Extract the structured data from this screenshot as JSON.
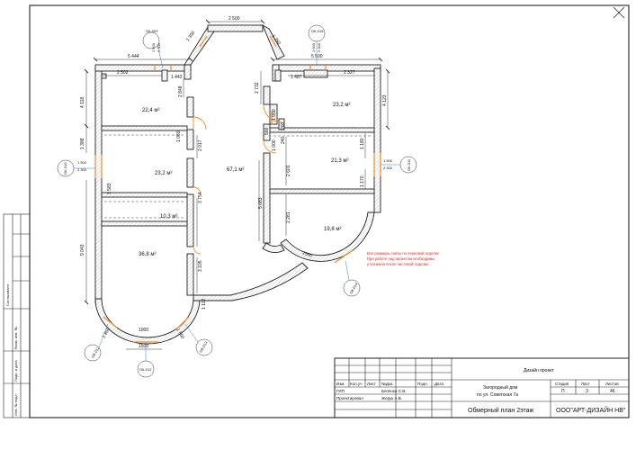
{
  "rooms": {
    "r1": "22,4 м²",
    "r2": "23,2 м²",
    "r3": "10,3 м²",
    "r4": "36,8 м²",
    "hall": "67,1 м²",
    "r5": "23,2 м²",
    "r6": "21,3 м²",
    "r7": "19,8 м²"
  },
  "dims": {
    "top_2500": "2 500",
    "top_1350_l": "1 350",
    "top_1350_r": "1 350",
    "left_5444": "5 444",
    "right_5500": "5 500",
    "l_2502": "2 502",
    "l_1442": "1 442",
    "r_2327": "2 327",
    "r_1487": "1 487",
    "l_4118": "4 118",
    "r_4123": "4 123",
    "l_2848": "2 848",
    "r_2732": "2 732",
    "l_1388": "1 388",
    "l_9043": "9 043",
    "l_1583": "1 583",
    "c_1060": "1 060",
    "c_2017": "2 017",
    "c_3754": "3 754",
    "c_3105": "3 105",
    "c_1112": "1 112",
    "r_1000a": "1 000",
    "r_1000b": "1 000",
    "r_500": "500",
    "r_200": "200",
    "r_240": "240",
    "r_2601": "2 601",
    "r_5083": "5 083",
    "r_2281": "2 281",
    "r_1180": "1 180",
    "r_1170": "1 170",
    "r_2500d": "2500",
    "bot_1500": "1500",
    "bot_1000": "1000",
    "bot_1850a": "1 850",
    "bot_1850b": "1 850"
  },
  "windows": {
    "ok009": "ОК-009",
    "ok009_w": "1 500",
    "ok009_h": "2 300",
    "ok010": "ОК-010",
    "ok010_w": "1 500",
    "ok010_h": "2 300",
    "ok011": "ОК-011",
    "ok011_w": "1 500",
    "ok011_h": "2 300",
    "ok015": "ОК-015",
    "ok015_w": "1 500",
    "ok015_h": "2 300",
    "ok011b": "ОК-011",
    "ok012": "ОК-012",
    "ok013": "ОК-013",
    "ok014": "ОК-014"
  },
  "note": {
    "line1": "Все размеры сняты  по черновой отделке .",
    "line2": "При работе над проектом необходимы",
    "line3": "уточнения после чистовой отделки ."
  },
  "side_stamp": {
    "agreed": "Согласовано",
    "inv_replace": "Взам. инв. №",
    "sign_date": "Подп. и дата",
    "inv_orig": "Инв. № подл."
  },
  "title_block": {
    "design_project": "Дизайн проект",
    "house_line1": "Загородный дом",
    "house_line2": "по ул. Советская 7а",
    "sheet_title": "Обмерный план 2этаж",
    "col_izm": "Изм.",
    "col_koluch": "Кол.уч",
    "col_list": "Лист",
    "col_ndok": "№Док.",
    "col_podp": "Подп.",
    "col_data": "Дата",
    "gip_label": "ГИП",
    "gip_name": "Беленко С.В.",
    "designer_label": "Проектировал",
    "designer_name": "Жерук А.В.",
    "stage_h": "Стадия",
    "sheet_h": "Лист",
    "sheets_h": "Листов",
    "stage": "П",
    "sheet": "3",
    "sheets": "46",
    "company": "ООО\"АРТ-ДИЗАЙН НВ\""
  }
}
